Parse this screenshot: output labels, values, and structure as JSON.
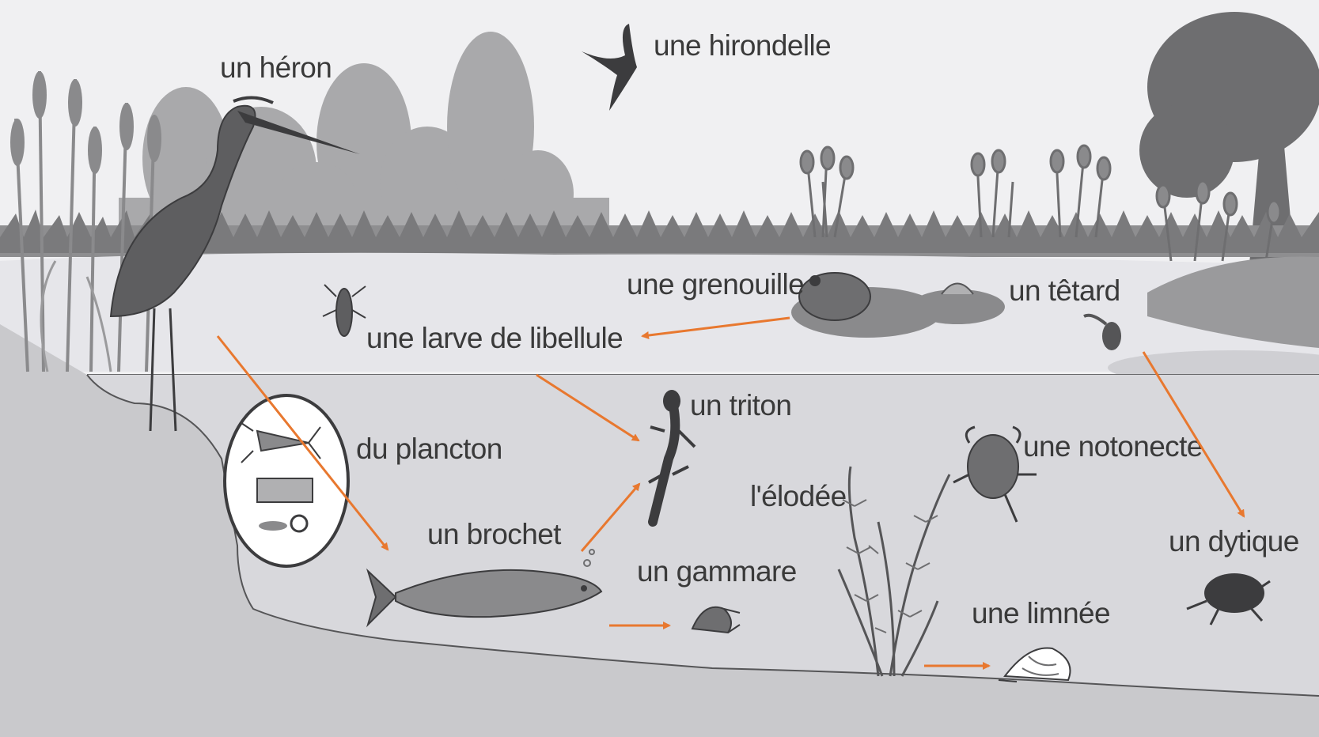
{
  "labels": {
    "heron": "un héron",
    "hirondelle": "une hirondelle",
    "grenouille": "une grenouille",
    "tetard": "un têtard",
    "larve": "une larve de libellule",
    "triton": "un triton",
    "plancton": "du plancton",
    "notonecte": "une notonecte",
    "elodee": "l'élodée",
    "brochet": "un brochet",
    "gammare": "un gammare",
    "dytique": "un dytique",
    "limnee": "une limnée"
  },
  "colors": {
    "arrow": "#e8782f",
    "sky": "#f0f0f2",
    "water_surface": "#e6e6ea",
    "water_deep": "#d8d8dc",
    "ground": "#c9c9cc",
    "vegetation_far": "#a9a9ab",
    "vegetation_near": "#6e6e70",
    "animal": "#3c3c3e"
  }
}
